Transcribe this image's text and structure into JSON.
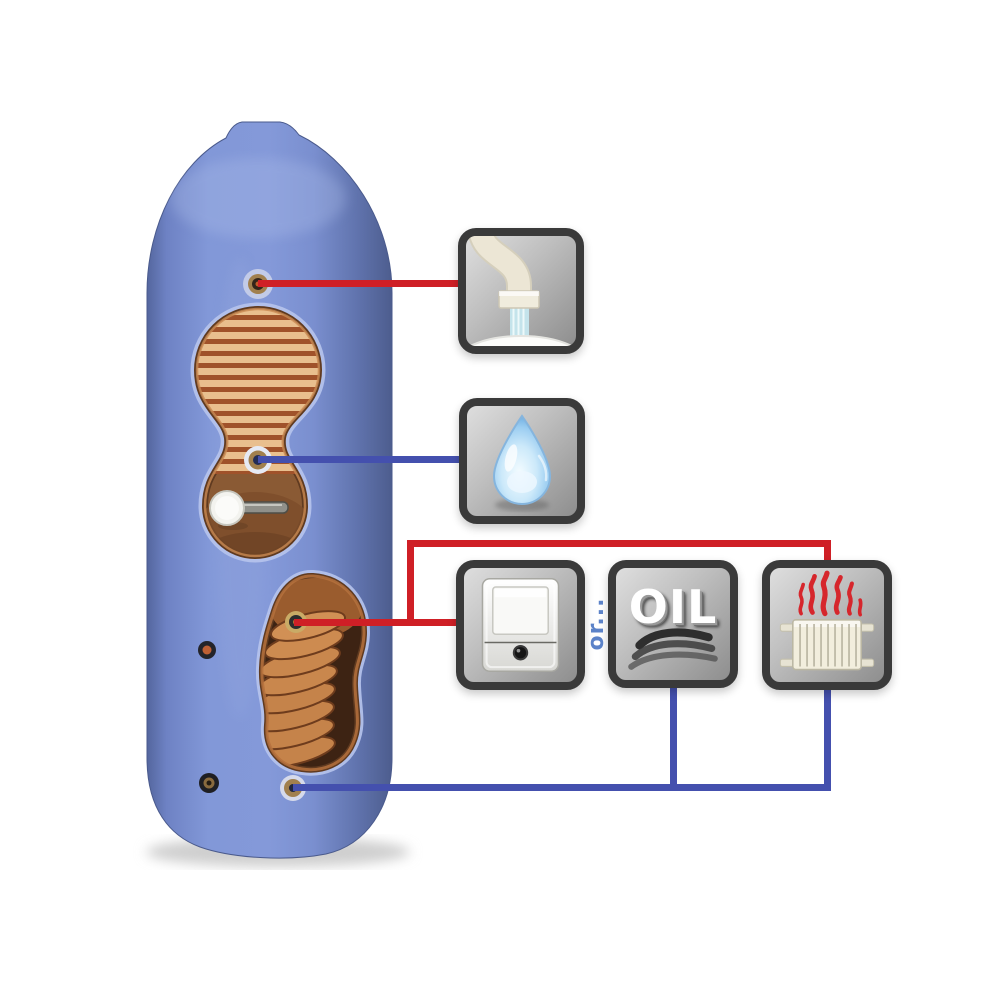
{
  "diagram": {
    "or_label": "or...",
    "colors": {
      "hot_line": "#cf1f26",
      "cold_line": "#4450ae",
      "box_border": "#3a3a3a",
      "or_text": "#5b82c8",
      "cylinder_blue": "#7e94d4",
      "coil_copper": "#c5834a"
    },
    "cylinder": {
      "icon": "hot-water-cylinder",
      "features": [
        "upper-heat-exchanger-coil",
        "immersion-heater",
        "lower-heat-exchanger-coil"
      ]
    },
    "boxes": [
      {
        "id": "tap",
        "icon": "tap-icon"
      },
      {
        "id": "water-drop",
        "icon": "water-drop-icon"
      },
      {
        "id": "boiler",
        "icon": "boiler-icon"
      },
      {
        "id": "oil",
        "icon": "oil-icon",
        "label": "OIL"
      },
      {
        "id": "radiator",
        "icon": "radiator-icon"
      }
    ],
    "connections": [
      {
        "from": "cylinder-hot-outlet-fitting",
        "to": "tap-box",
        "color_role": "hot_line"
      },
      {
        "from": "cylinder-cold-inlet-fitting",
        "to": "water-drop-box",
        "color_role": "cold_line"
      },
      {
        "from": "cylinder-coil-flow-fitting",
        "to": [
          "boiler-box",
          "radiator-box"
        ],
        "color_role": "hot_line"
      },
      {
        "from": "cylinder-coil-return-fitting",
        "to": [
          "oil-box",
          "radiator-box"
        ],
        "color_role": "cold_line"
      }
    ]
  }
}
